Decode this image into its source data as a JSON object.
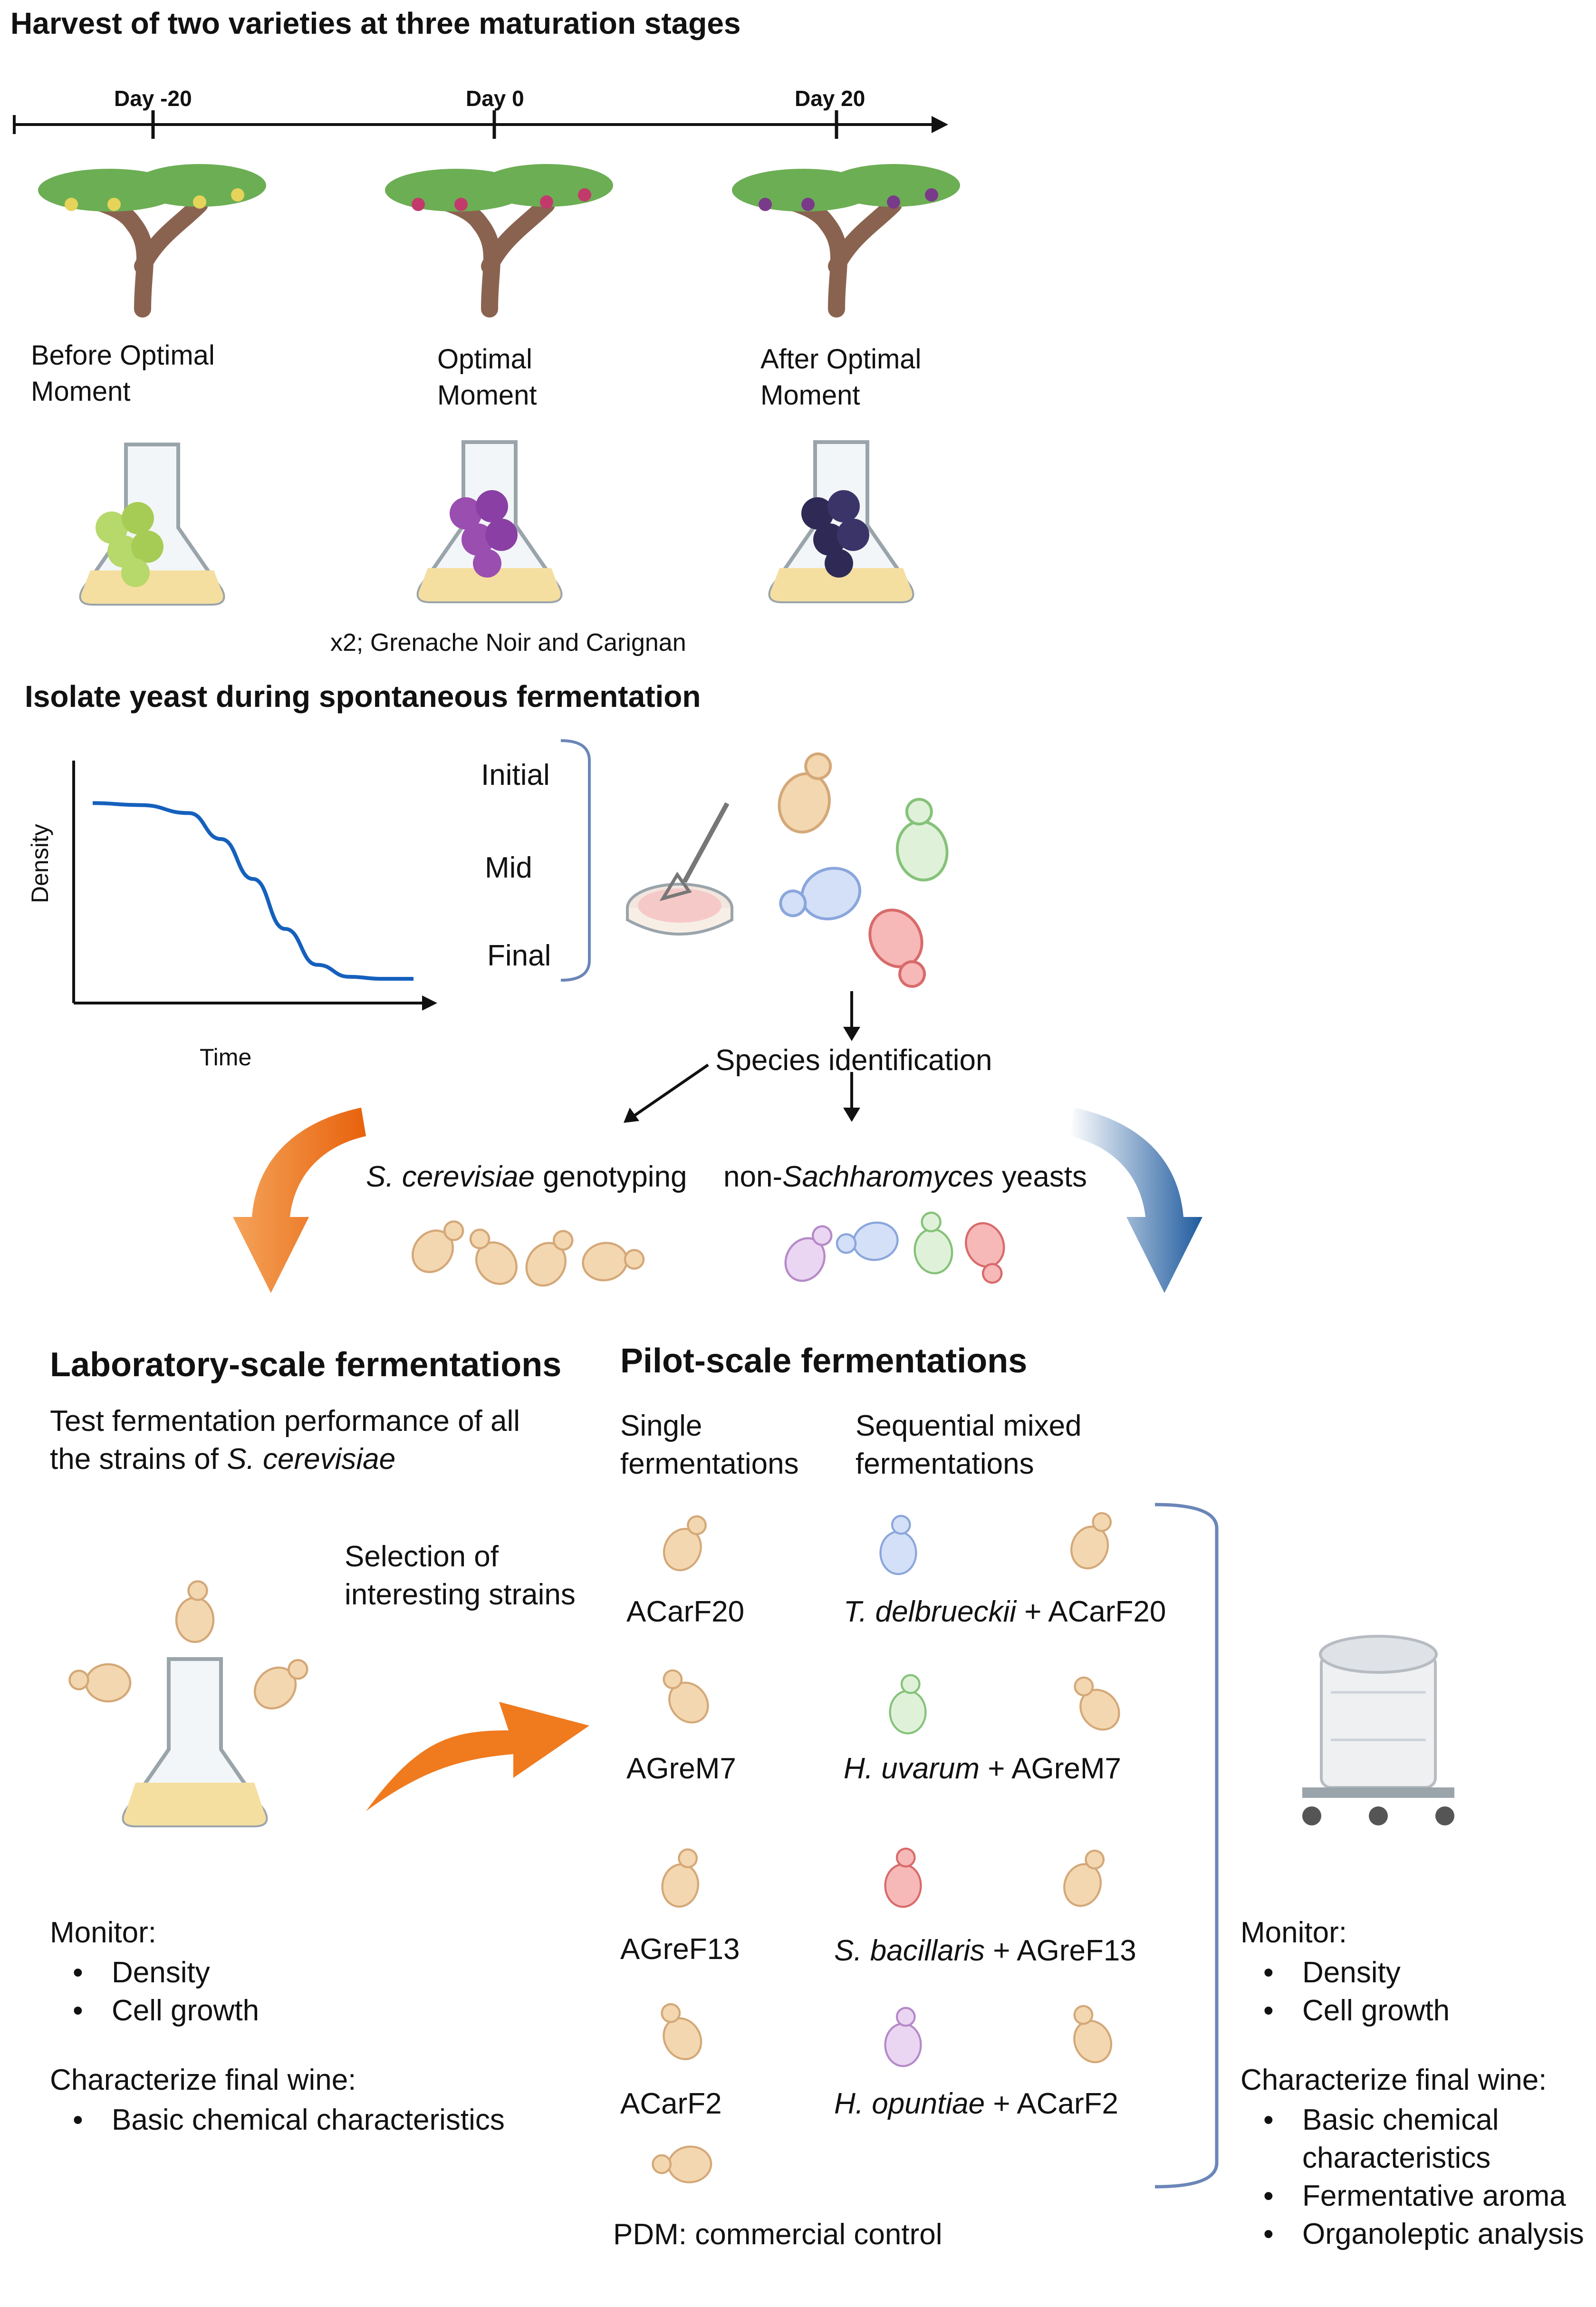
{
  "section1": {
    "title": "Harvest of two varieties at three maturation stages",
    "timeline": [
      "Day -20",
      "Day 0",
      "Day 20"
    ],
    "stages": [
      {
        "line1": "Before Optimal",
        "line2": "Moment"
      },
      {
        "line1": "Optimal",
        "line2": "Moment"
      },
      {
        "line1": "After Optimal",
        "line2": "Moment"
      }
    ],
    "note": "x2; Grenache Noir and Carignan"
  },
  "section2": {
    "title": "Isolate yeast during spontaneous fermentation",
    "chart": {
      "ylabel": "Density",
      "xlabel": "Time"
    },
    "phases": [
      "Initial",
      "Mid",
      "Final"
    ],
    "species_identification": "Species identification",
    "genotyping_italic": "S. cerevisiae",
    "genotyping_rest": " genotyping",
    "nonsacch_pre": "non-",
    "nonsacch_italic": "Sachharomyces",
    "nonsacch_post": " yeasts"
  },
  "chart_data": {
    "type": "line",
    "xlabel": "Time",
    "ylabel": "Density",
    "series": [
      {
        "name": "",
        "points": [
          [
            0,
            0.93
          ],
          [
            0.15,
            0.92
          ],
          [
            0.3,
            0.88
          ],
          [
            0.4,
            0.75
          ],
          [
            0.5,
            0.55
          ],
          [
            0.6,
            0.3
          ],
          [
            0.7,
            0.12
          ],
          [
            0.8,
            0.06
          ],
          [
            0.9,
            0.05
          ],
          [
            1,
            0.05
          ]
        ]
      }
    ]
  },
  "lab": {
    "title": "Laboratory-scale fermentations",
    "desc1": "Test fermentation performance of all",
    "desc2_pre": "the strains of ",
    "desc2_italic": "S. cerevisiae",
    "selection1": "Selection of",
    "selection2": "interesting strains",
    "monitor": "Monitor:",
    "monitor_items": [
      "Density",
      "Cell growth"
    ],
    "characterize": "Characterize final wine:",
    "characterize_items": [
      "Basic chemical characteristics"
    ]
  },
  "pilot": {
    "title": "Pilot-scale fermentations",
    "single1": "Single",
    "single2": "fermentations",
    "seq1": "Sequential mixed",
    "seq2": "fermentations",
    "strains": [
      "ACarF20",
      "AGreM7",
      "AGreF13",
      "ACarF2"
    ],
    "mixed": [
      {
        "italic": "T. delbrueckii",
        "rest": " + ACarF20"
      },
      {
        "italic": "H. uvarum",
        "rest": " + AGreM7"
      },
      {
        "italic": "S. bacillaris",
        "rest": " + AGreF13"
      },
      {
        "italic": "H. opuntiae",
        "rest": " + ACarF2"
      }
    ],
    "control": "PDM: commercial control",
    "monitor": "Monitor:",
    "monitor_items": [
      "Density",
      "Cell growth"
    ],
    "characterize": "Characterize final wine:",
    "characterize_items": [
      "Basic chemical characteristics",
      "Fermentative aroma",
      "Organoleptic analysis"
    ]
  },
  "colors": {
    "curve": "#1560bd",
    "orange_arrow": "#f07a1e",
    "blue_arrow": "#1e64a8",
    "yeast_tan": "#f3d7b0",
    "yeast_blue": "#d4e0f7",
    "yeast_green": "#dff2d9",
    "yeast_red": "#f7b8b8",
    "yeast_purple": "#ead6f2",
    "bracket": "#6b86b8"
  }
}
